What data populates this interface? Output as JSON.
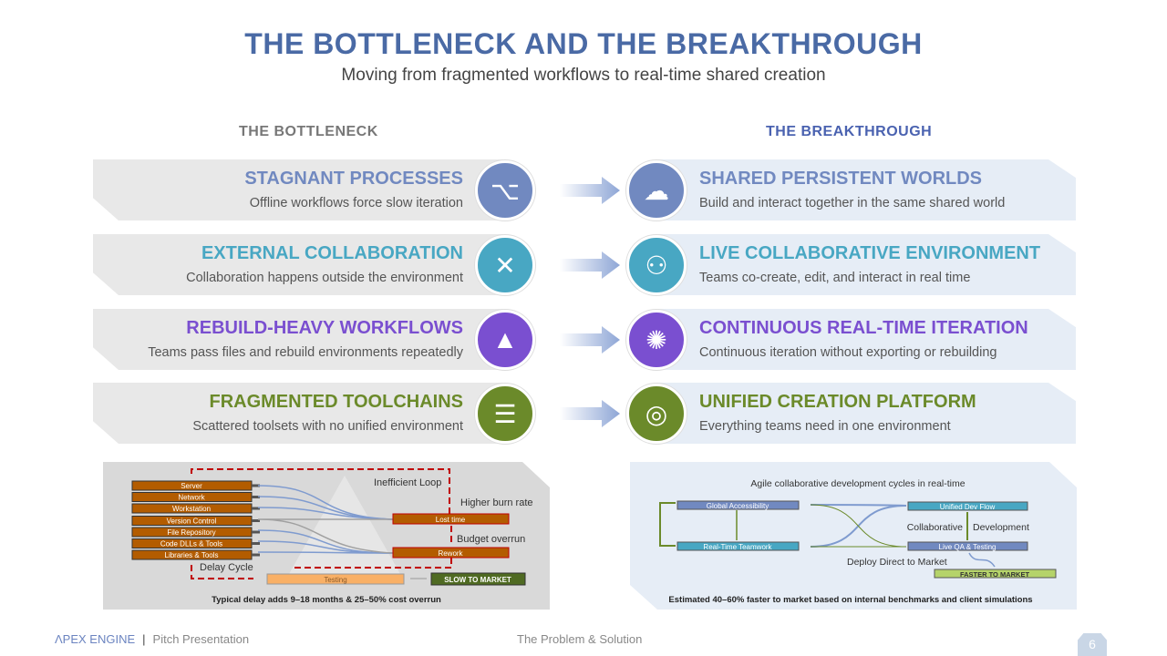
{
  "header": {
    "title": "THE BOTTLENECK AND THE BREAKTHROUGH",
    "subtitle": "Moving from fragmented workflows to real-time shared creation"
  },
  "left_heading": "THE BOTTLENECK",
  "right_heading": "THE BREAKTHROUGH",
  "bottlenecks": [
    {
      "title": "STAGNANT PROCESSES",
      "desc": "Offline workflows force slow iteration",
      "color": "#7189c0",
      "icon": "flowchart-icon"
    },
    {
      "title": "EXTERNAL COLLABORATION",
      "desc": "Collaboration happens outside the environment",
      "color": "#48a7c3",
      "icon": "team-tasks-icon"
    },
    {
      "title": "REBUILD-HEAVY WORKFLOWS",
      "desc": "Teams pass files and rebuild environments repeatedly",
      "color": "#7a4fd0",
      "icon": "traffic-cone-icon"
    },
    {
      "title": "FRAGMENTED TOOLCHAINS",
      "desc": "Scattered toolsets with no unified environment",
      "color": "#6b8a2a",
      "icon": "list-icon"
    }
  ],
  "breakthroughs": [
    {
      "title": "SHARED PERSISTENT WORLDS",
      "desc": "Build and interact together in the same shared world",
      "color": "#7189c0",
      "icon": "cloud-monitor-icon"
    },
    {
      "title": "LIVE COLLABORATIVE ENVIRONMENT",
      "desc": "Teams co-create, edit, and interact in real time",
      "color": "#48a7c3",
      "icon": "network-people-icon"
    },
    {
      "title": "CONTINUOUS REAL-TIME ITERATION",
      "desc": "Continuous iteration without exporting or rebuilding",
      "color": "#7a4fd0",
      "icon": "open-box-icon"
    },
    {
      "title": "UNIFIED CREATION PLATFORM",
      "desc": "Everything teams need in one environment",
      "color": "#6b8a2a",
      "icon": "globe-hands-icon"
    }
  ],
  "bottleneck_diagram": {
    "sources": [
      "Server",
      "Network",
      "Workstation",
      "Version Control",
      "File Repository",
      "Code DLLs & Tools",
      "Libraries & Tools"
    ],
    "lost_time": "Lost time",
    "rework": "Rework",
    "testing": "Testing",
    "slow": "SLOW TO MARKET",
    "inefficient_loop": "Inefficient Loop",
    "burn": "Higher burn rate",
    "budget": "Budget overrun",
    "delay_cycle": "Delay Cycle",
    "caption": "Typical delay adds 9–18 months & 25–50% cost overrun"
  },
  "breakthrough_diagram": {
    "heading": "Agile collaborative development cycles in real-time",
    "global": "Global Accessibility",
    "teamwork": "Real-Time Teamwork",
    "unified": "Unified Dev Flow",
    "liveqa": "Live QA & Testing",
    "collab": "Collaborative",
    "development": "Development",
    "deploy": "Deploy Direct to Market",
    "faster": "FASTER TO MARKET",
    "caption": "Estimated 40–60% faster to market based on internal benchmarks and client simulations"
  },
  "footer": {
    "brand": "ΛPEX ENGINE",
    "sep": "|",
    "deck": "Pitch Presentation",
    "section": "The Problem & Solution",
    "page": "6"
  }
}
